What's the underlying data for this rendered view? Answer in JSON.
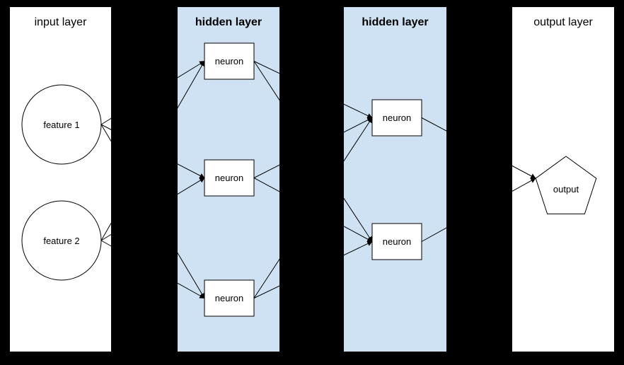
{
  "colors": {
    "background": "#000000",
    "panel_white": "#ffffff",
    "panel_blue": "#cfe2f3",
    "stroke": "#000000"
  },
  "layers": {
    "input": {
      "title": "input layer"
    },
    "hidden1": {
      "title": "hidden layer"
    },
    "hidden2": {
      "title": "hidden layer"
    },
    "output": {
      "title": "output layer"
    }
  },
  "nodes": {
    "feature1": {
      "label": "feature 1",
      "shape": "circle"
    },
    "feature2": {
      "label": "feature 2",
      "shape": "circle"
    },
    "h1n1": {
      "label": "neuron",
      "shape": "rect"
    },
    "h1n2": {
      "label": "neuron",
      "shape": "rect"
    },
    "h1n3": {
      "label": "neuron",
      "shape": "rect"
    },
    "h2n1": {
      "label": "neuron",
      "shape": "rect"
    },
    "h2n2": {
      "label": "neuron",
      "shape": "rect"
    },
    "output": {
      "label": "output",
      "shape": "pentagon"
    }
  },
  "edges": [
    {
      "from": "feature1",
      "to": "h1n1"
    },
    {
      "from": "feature1",
      "to": "h1n2"
    },
    {
      "from": "feature1",
      "to": "h1n3"
    },
    {
      "from": "feature2",
      "to": "h1n1"
    },
    {
      "from": "feature2",
      "to": "h1n2"
    },
    {
      "from": "feature2",
      "to": "h1n3"
    },
    {
      "from": "h1n1",
      "to": "h2n1"
    },
    {
      "from": "h1n1",
      "to": "h2n2"
    },
    {
      "from": "h1n2",
      "to": "h2n1"
    },
    {
      "from": "h1n2",
      "to": "h2n2"
    },
    {
      "from": "h1n3",
      "to": "h2n1"
    },
    {
      "from": "h1n3",
      "to": "h2n2"
    },
    {
      "from": "h2n1",
      "to": "output"
    },
    {
      "from": "h2n2",
      "to": "output"
    }
  ]
}
